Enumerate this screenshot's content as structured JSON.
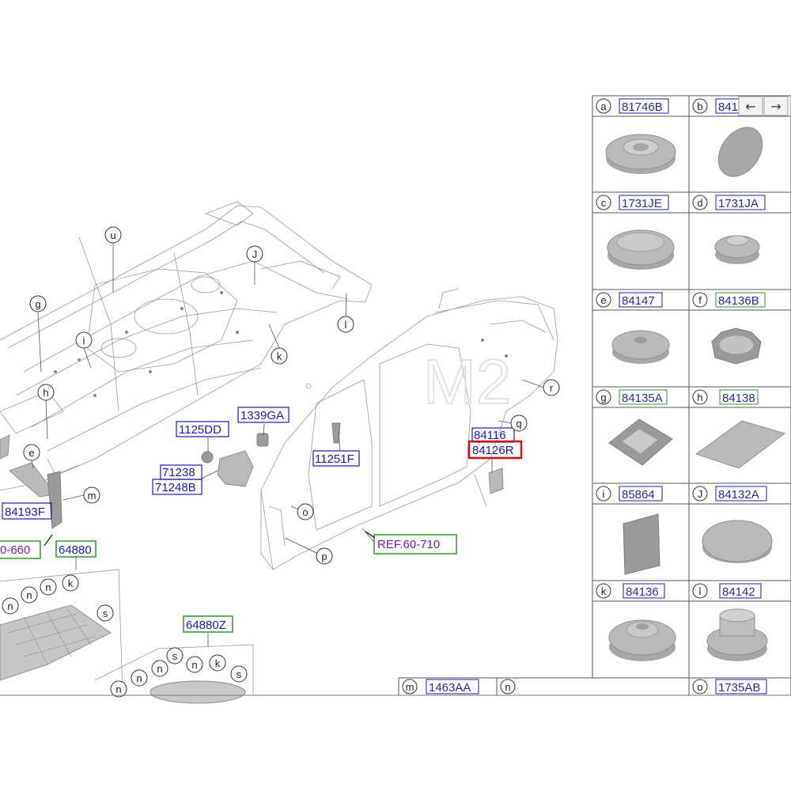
{
  "watermark": "M2",
  "callouts": [
    {
      "id": "c1125DD",
      "text": "1125DD",
      "color": "#1a1ab0"
    },
    {
      "id": "c1339GA",
      "text": "1339GA",
      "color": "#1a1ab0"
    },
    {
      "id": "c71238",
      "text": "71238",
      "color": "#1a1ab0"
    },
    {
      "id": "c71248B",
      "text": "71248B",
      "color": "#1a1ab0"
    },
    {
      "id": "c11251F",
      "text": "11251F",
      "color": "#1a1ab0"
    },
    {
      "id": "c84116",
      "text": "84116",
      "color": "#1a1ab0"
    },
    {
      "id": "c84126R",
      "text": "84126R",
      "color": "#1a1ab0"
    },
    {
      "id": "cREF60710",
      "text": "REF.60-710",
      "color": "#7a1ab0"
    },
    {
      "id": "c84193F",
      "text": "84193F",
      "color": "#1a1ab0"
    },
    {
      "id": "c0660",
      "text": "0-660",
      "color": "#7a1ab0"
    },
    {
      "id": "c64880",
      "text": "64880",
      "color": "#1a1ab0"
    },
    {
      "id": "c64880Z",
      "text": "64880Z",
      "color": "#1a1ab0"
    }
  ],
  "letters": [
    "u",
    "J",
    "g",
    "i",
    "l",
    "k",
    "h",
    "e",
    "m",
    "r",
    "q",
    "o",
    "p",
    "n",
    "n",
    "n",
    "k",
    "s",
    "s",
    "n",
    "k",
    "s",
    "n",
    "n",
    "n"
  ],
  "table": {
    "cells": [
      {
        "letter": "a",
        "part": "81746B",
        "shape": "grommet-flat"
      },
      {
        "letter": "b",
        "part": "841",
        "shape": "oval-pad"
      },
      {
        "letter": "c",
        "part": "1731JE",
        "shape": "dome-plug"
      },
      {
        "letter": "d",
        "part": "1731JA",
        "shape": "small-plug"
      },
      {
        "letter": "e",
        "part": "84147",
        "shape": "round-plug"
      },
      {
        "letter": "f",
        "part": "84136B",
        "shape": "tab-plug"
      },
      {
        "letter": "g",
        "part": "84135A",
        "shape": "square-plug"
      },
      {
        "letter": "h",
        "part": "84138",
        "shape": "flat-pad"
      },
      {
        "letter": "i",
        "part": "85864",
        "shape": "square-pad"
      },
      {
        "letter": "J",
        "part": "84132A",
        "shape": "oval-dome"
      },
      {
        "letter": "k",
        "part": "84136",
        "shape": "stepped-plug"
      },
      {
        "letter": "l",
        "part": "84142",
        "shape": "cup-plug"
      }
    ],
    "bottom_row": [
      {
        "letter": "m",
        "part": "1463AA"
      },
      {
        "letter": "n",
        "part": ""
      },
      {
        "letter": "o",
        "part": "1735AB"
      }
    ],
    "nav": {
      "prev": "←",
      "next": "→"
    }
  }
}
